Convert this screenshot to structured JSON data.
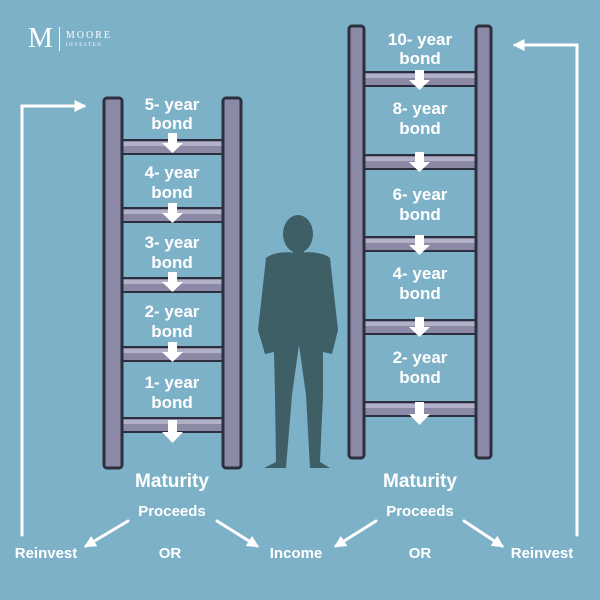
{
  "logo": {
    "mark": "M",
    "word": "MOORE",
    "sub": "INVESTED"
  },
  "left_ladder": {
    "rungs": [
      {
        "line1": "5- year",
        "line2": "bond"
      },
      {
        "line1": "4- year",
        "line2": "bond"
      },
      {
        "line1": "3- year",
        "line2": "bond"
      },
      {
        "line1": "2- year",
        "line2": "bond"
      },
      {
        "line1": "1- year",
        "line2": "bond"
      }
    ],
    "maturity": "Maturity",
    "proceeds": "Proceeds",
    "option_left": "Reinvest",
    "or": "OR",
    "option_right": "Income"
  },
  "right_ladder": {
    "rungs": [
      {
        "line1": "10- year",
        "line2": "bond"
      },
      {
        "line1": "8- year",
        "line2": "bond"
      },
      {
        "line1": "6- year",
        "line2": "bond"
      },
      {
        "line1": "4- year",
        "line2": "bond"
      },
      {
        "line1": "2- year",
        "line2": "bond"
      }
    ],
    "maturity": "Maturity",
    "proceeds": "Proceeds",
    "option_left": "Income",
    "or": "OR",
    "option_right": "Reinvest"
  },
  "colors": {
    "background": "#7db1c8",
    "rail": "#8c89a6",
    "rail_edge": "#2c2f3d",
    "rung": "#8c89a6",
    "rung_highlight": "#b3b1c8",
    "text": "#ffffff",
    "silhouette": "#3e5f66"
  }
}
